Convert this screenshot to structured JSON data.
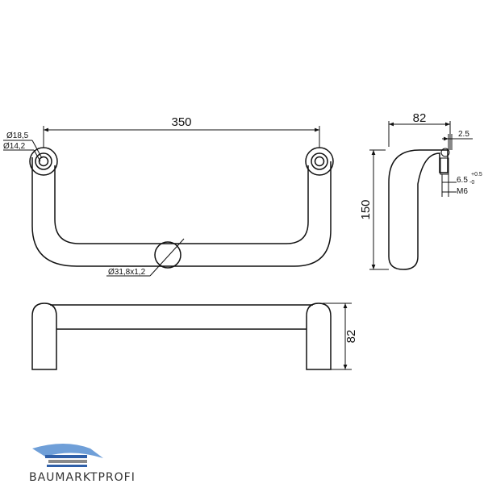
{
  "drawing": {
    "dims": {
      "width_350": "350",
      "depth_82_top": "82",
      "thk_2_5": "2.5",
      "height_150": "150",
      "slot_6_5": "6.5",
      "tol_plus": "+0.5",
      "tol_minus": "-0",
      "thread": "M6",
      "outer_dia": "Ø18,5",
      "inner_dia": "Ø14,2",
      "tube_dia": "Ø31,8x1,2",
      "height_82_front": "82"
    }
  },
  "brand": {
    "name": "BAUMARKTPROFI",
    "colors": {
      "blue": "#2f5fa8",
      "light_blue": "#6f9fd8",
      "gray": "#8a8a8a"
    }
  },
  "colors": {
    "line": "#111111",
    "background": "#ffffff"
  }
}
